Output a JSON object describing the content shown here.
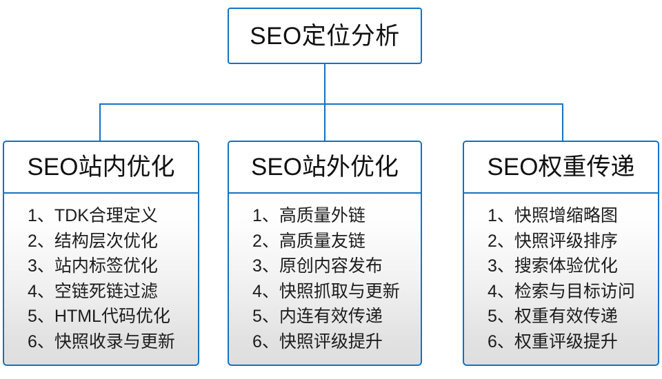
{
  "diagram": {
    "type": "organizational-tree",
    "colors": {
      "border": "#1272c4",
      "box_fill_top": "#ffffff",
      "box_fill_bottom": "#dedede",
      "text": "#111111"
    },
    "root": {
      "label": "SEO定位分析"
    },
    "branches": [
      {
        "header": "SEO站内优化",
        "items": [
          {
            "index": "1、",
            "text": "TDK合理定义"
          },
          {
            "index": "2、",
            "text": "结构层次优化"
          },
          {
            "index": "3、",
            "text": "站内标签优化"
          },
          {
            "index": "4、",
            "text": "空链死链过滤"
          },
          {
            "index": "5、",
            "text": "HTML代码优化"
          },
          {
            "index": "6、",
            "text": "快照收录与更新"
          }
        ]
      },
      {
        "header": "SEO站外优化",
        "items": [
          {
            "index": "1、",
            "text": "高质量外链"
          },
          {
            "index": "2、",
            "text": "高质量友链"
          },
          {
            "index": "3、",
            "text": "原创内容发布"
          },
          {
            "index": "4、",
            "text": "快照抓取与更新"
          },
          {
            "index": "5、",
            "text": "内连有效传递"
          },
          {
            "index": "6、",
            "text": "快照评级提升"
          }
        ]
      },
      {
        "header": "SEO权重传递",
        "items": [
          {
            "index": "1、",
            "text": "快照增缩略图"
          },
          {
            "index": "2、",
            "text": "快照评级排序"
          },
          {
            "index": "3、",
            "text": "搜索体验优化"
          },
          {
            "index": "4、",
            "text": "检索与目标访问"
          },
          {
            "index": "5、",
            "text": "权重有效传递"
          },
          {
            "index": "6、",
            "text": "权重评级提升"
          }
        ]
      }
    ]
  }
}
